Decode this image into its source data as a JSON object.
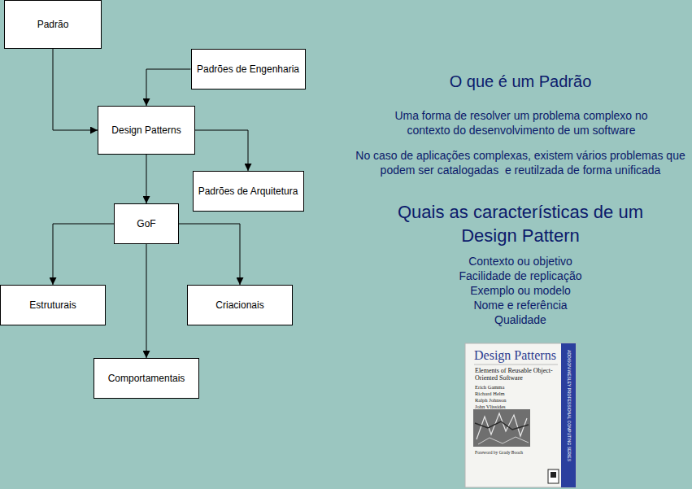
{
  "diagram": {
    "nodes": [
      {
        "text": [
          "Padrão"
        ]
      },
      {
        "text": [
          "Padrões de Engenharia"
        ]
      },
      {
        "text": [
          "Design Patterns"
        ]
      },
      {
        "text": [
          "Padrões de Arquitetura"
        ]
      },
      {
        "text": [
          "GoF"
        ]
      },
      {
        "text": [
          "Estruturais"
        ]
      },
      {
        "text": [
          "Criacionais"
        ]
      },
      {
        "text": [
          "Comportamentais"
        ]
      }
    ],
    "edges": [
      {
        "from": 0,
        "to": 2,
        "arrow": "to"
      },
      {
        "from": 1,
        "to": 2,
        "arrow": "to"
      },
      {
        "from": 2,
        "to": 3,
        "arrow": "to"
      },
      {
        "from": 2,
        "to": 4,
        "arrow": "to"
      },
      {
        "from": 4,
        "to": 5,
        "arrow": "to"
      },
      {
        "from": 4,
        "to": 6,
        "arrow": "to"
      },
      {
        "from": 4,
        "to": 7,
        "arrow": "to"
      }
    ],
    "labels": [
      "O que é um Padrão",
      "Uma forma de resolver um problema complexo no contexto do desenvolvimento de um software",
      "No caso de aplicações complexas, existem vários problemas que podem ser catalogadas  e reutilzada de forma unificada",
      "Quais as características de um Design Pattern",
      "Contexto ou objetivo",
      "Facilidade de replicação",
      "Exemplo ou modelo",
      "Nome e referência",
      "Qualidade",
      "Design Patterns",
      "Elements of Reusable Object-Oriented Software",
      "Erich Gamma",
      "Richard Helm",
      "Ralph Johnson",
      "John Vlissides",
      "Foreword by Grady Booch",
      "ADDISON-WESLEY PROFESSIONAL COMPUTING SERIES"
    ]
  }
}
